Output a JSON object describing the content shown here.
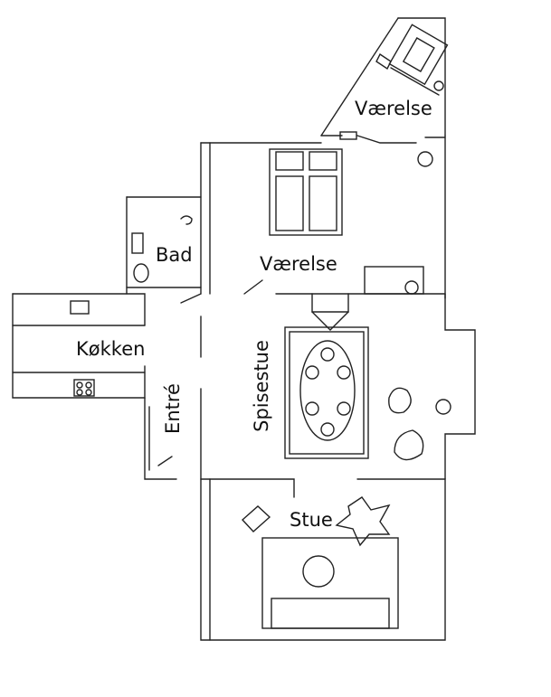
{
  "rooms": {
    "vaerelse_top": "Værelse",
    "bad": "Bad",
    "vaerelse_main": "Værelse",
    "kokken": "Køkken",
    "entre": "Entré",
    "spisestue": "Spisestue",
    "stue": "Stue"
  },
  "colors": {
    "line": "#222222",
    "background": "#ffffff"
  }
}
